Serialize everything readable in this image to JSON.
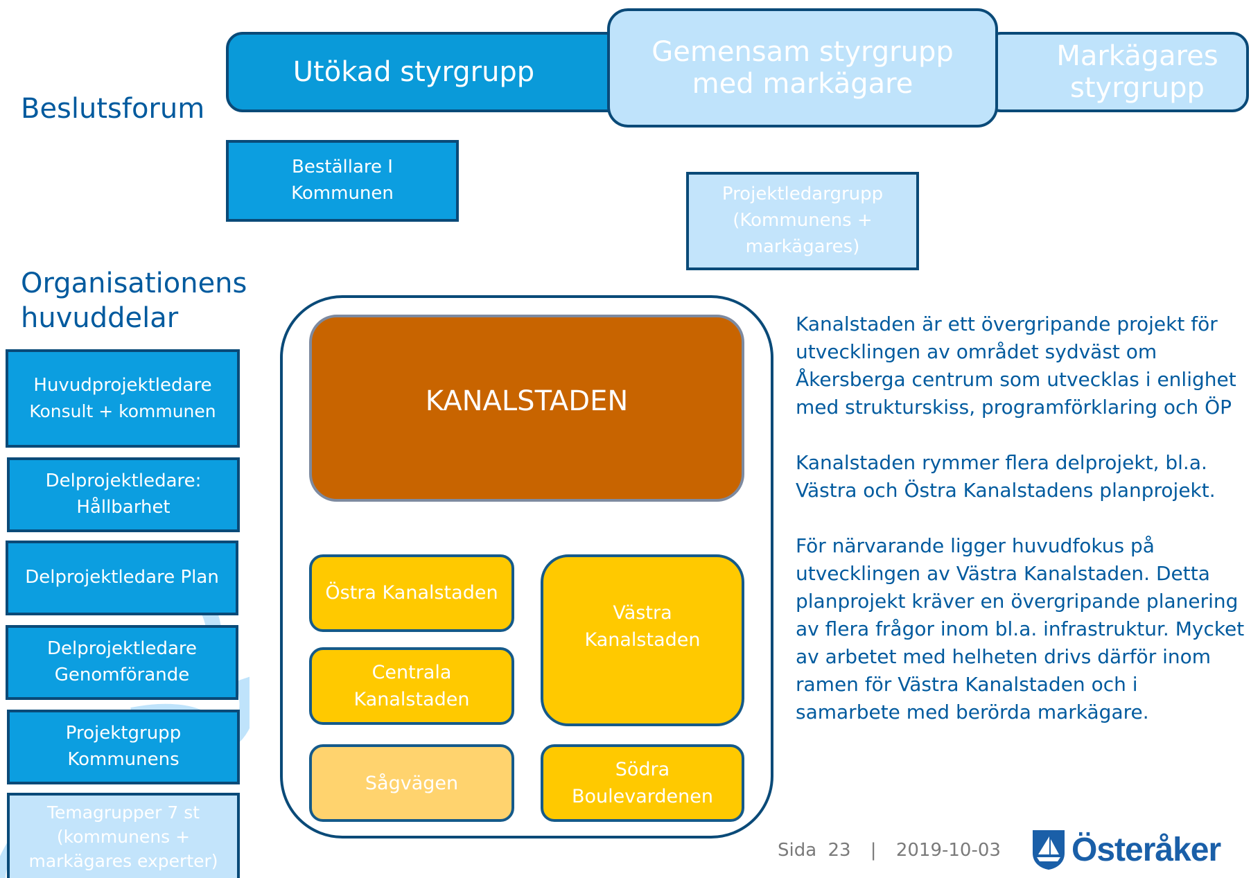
{
  "labels": {
    "beslutsforum": "Beslutsforum",
    "organisationens_line1": "Organisationens",
    "organisationens_line2": "huvuddelar"
  },
  "decision_boxes": {
    "utokad": "Utökad styrgrupp",
    "gemensam_line1": "Gemensam styrgrupp",
    "gemensam_line2": "med markägare",
    "markagare_line1": "Markägares",
    "markagare_line2": "styrgrupp"
  },
  "bestallare": {
    "line1": "Beställare I",
    "line2": "Kommunen"
  },
  "projektledargrupp": {
    "line1": "Projektledargrupp",
    "line2": "(Kommunens +",
    "line3": "markägares)"
  },
  "org_boxes": [
    {
      "line1": "Huvudprojektledare",
      "line2": "Konsult + kommunen"
    },
    {
      "line1": "Delprojektledare:",
      "line2": "Hållbarhet"
    },
    {
      "line1": "Delprojektledare Plan",
      "line2": ""
    },
    {
      "line1": "Delprojektledare",
      "line2": "Genomförande"
    },
    {
      "line1": "Projektgrupp",
      "line2": "Kommunens"
    },
    {
      "line1": "Temagrupper 7 st",
      "line2": "(kommunens +",
      "line3": "markägares experter)"
    }
  ],
  "kanalstaden": {
    "title": "KANALSTADEN",
    "ostra": "Östra Kanalstaden",
    "centrala_line1": "Centrala",
    "centrala_line2": "Kanalstaden",
    "vastra_line1": "Västra",
    "vastra_line2": "Kanalstaden",
    "sagvagen": "Sågvägen",
    "sodra_line1": "Södra",
    "sodra_line2": "Boulevardenen"
  },
  "description": {
    "p1": "Kanalstaden är ett övergripande projekt för utvecklingen av området sydväst om Åkersberga centrum som utvecklas i enlighet med strukturskiss, programförklaring och ÖP",
    "p2": "Kanalstaden rymmer flera delprojekt, bl.a. Västra och Östra Kanalstadens planprojekt.",
    "p3": "För närvarande ligger huvudfokus på utvecklingen av Västra Kanalstaden. Detta planprojekt kräver en övergripande planering av flera frågor inom bl.a. infrastruktur. Mycket av arbetet med helheten drivs därför inom ramen för Västra Kanalstaden och i samarbete med berörda markägare."
  },
  "footer": {
    "sida_label": "Sida",
    "page_number": "23",
    "separator": "|",
    "date": "2019-10-03",
    "brand": "Österåker"
  },
  "colors": {
    "brand_blue": "#005a9e",
    "box_blue": "#0a9ad9",
    "box_light": "#bfe3fb",
    "kanalstaden_orange": "#c86400",
    "yellow": "#ffc900"
  }
}
